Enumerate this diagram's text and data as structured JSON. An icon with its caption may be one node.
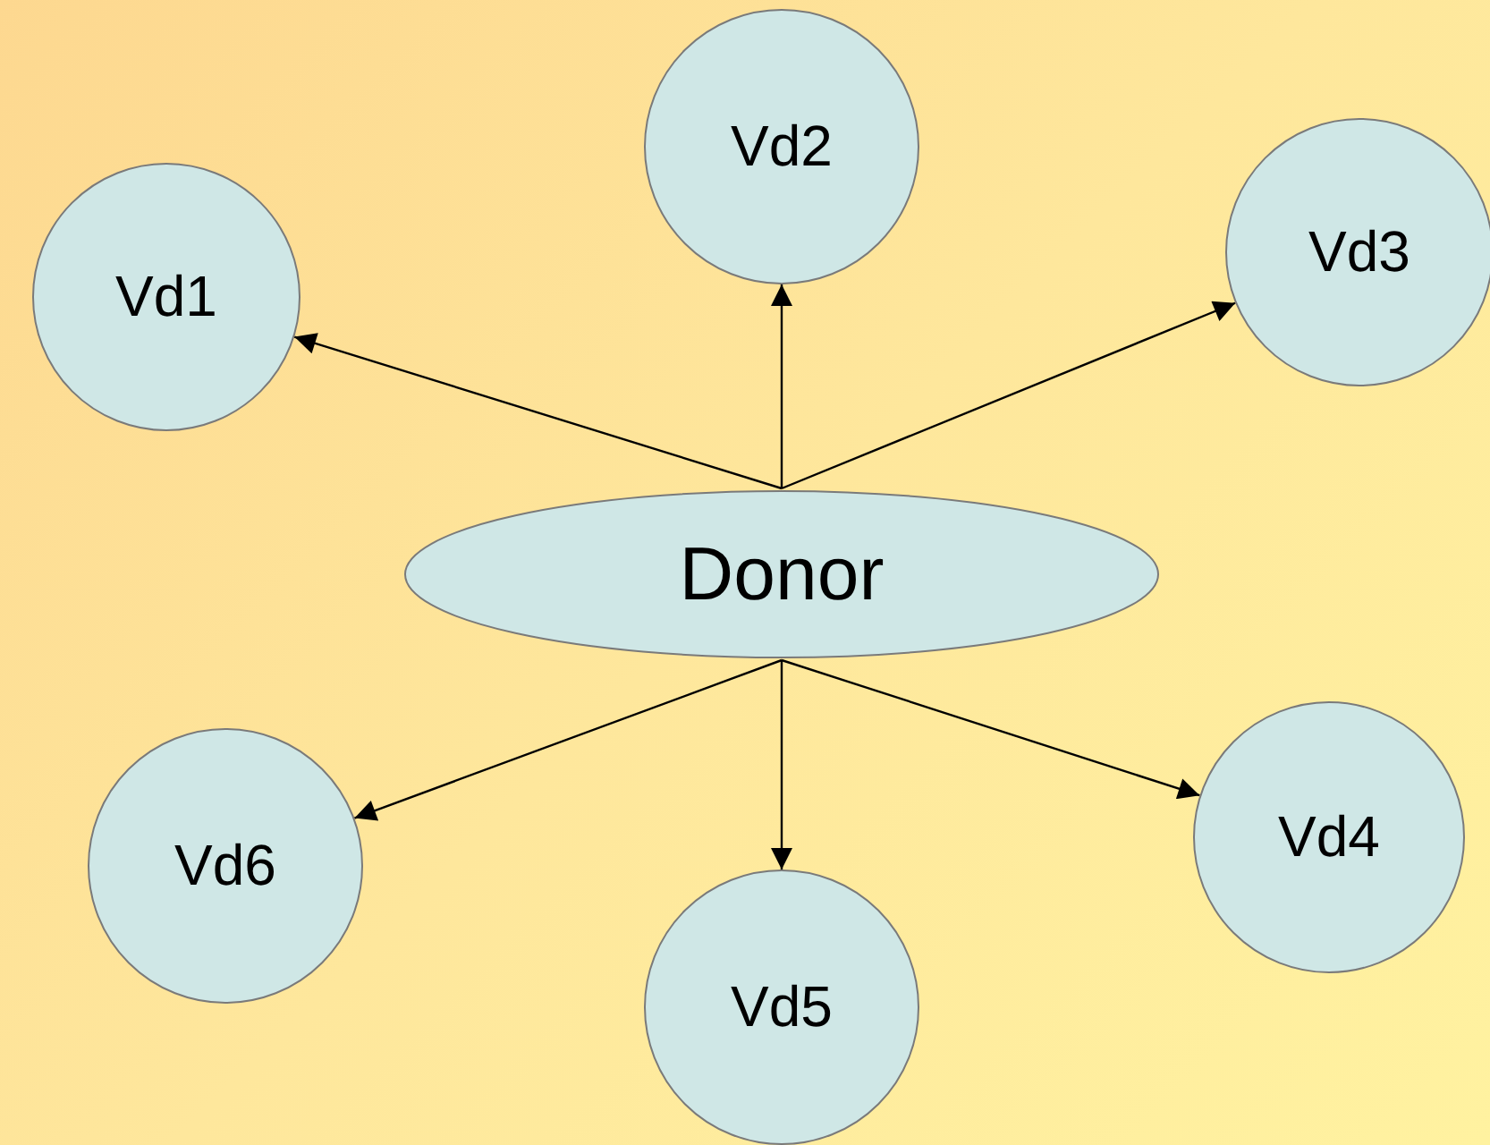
{
  "diagram": {
    "nodes": [
      {
        "text": [
          "Donor"
        ]
      },
      {
        "text": [
          "Vd1"
        ]
      },
      {
        "text": [
          "Vd2"
        ]
      },
      {
        "text": [
          "Vd3"
        ]
      },
      {
        "text": [
          "Vd4"
        ]
      },
      {
        "text": [
          "Vd5"
        ]
      },
      {
        "text": [
          "Vd6"
        ]
      }
    ],
    "edges": [
      {
        "from": 0,
        "to": 1,
        "arrow": "to"
      },
      {
        "from": 0,
        "to": 2,
        "arrow": "to"
      },
      {
        "from": 0,
        "to": 3,
        "arrow": "to"
      },
      {
        "from": 0,
        "to": 4,
        "arrow": "to"
      },
      {
        "from": 0,
        "to": 5,
        "arrow": "to"
      },
      {
        "from": 0,
        "to": 6,
        "arrow": "to"
      }
    ]
  }
}
